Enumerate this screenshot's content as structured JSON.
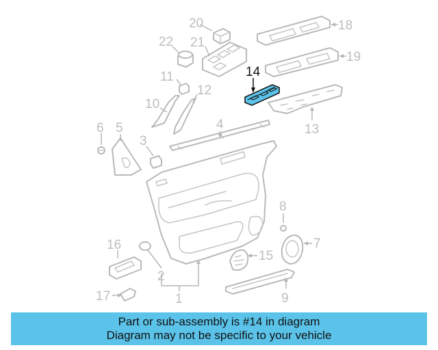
{
  "callouts": {
    "c1": "1",
    "c2": "2",
    "c3": "3",
    "c4": "4",
    "c5": "5",
    "c6": "6",
    "c7": "7",
    "c8": "8",
    "c9": "9",
    "c10": "10",
    "c11": "11",
    "c12": "12",
    "c13": "13",
    "c14": "14",
    "c15": "15",
    "c16": "16",
    "c17": "17",
    "c18": "18",
    "c19": "19",
    "c20": "20",
    "c21": "21",
    "c22": "22"
  },
  "highlighted_part": "14",
  "colors": {
    "highlight": "#5bc3ea",
    "banner": "#5bc3ea",
    "line_art": "#b9b9b9"
  },
  "banner": {
    "line1": "Part or sub-assembly is #14 in diagram",
    "line2": "Diagram may not be specific to your vehicle"
  }
}
